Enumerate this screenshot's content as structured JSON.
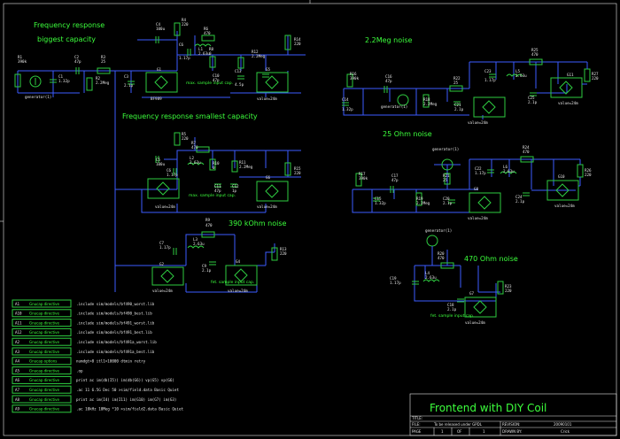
{
  "headings": {
    "freq_big_1": "Frequency response",
    "freq_big_2": "biggest capacity",
    "freq_small": "Frequency response smallest capacity",
    "noise_390k": "390 kOhm noise",
    "noise_22meg": "2.2Meg noise",
    "noise_25": "25 Ohm noise",
    "noise_470": "470 Ohm noise"
  },
  "directives": [
    {
      "tag": "A1",
      "type": "Gnucap directive",
      "text": ".include sim/models/bf490_worst.lib"
    },
    {
      "tag": "A10",
      "type": "Gnucap directive",
      "text": ".include sim/models/bf490_best.lib"
    },
    {
      "tag": "A11",
      "type": "Gnucap directive",
      "text": ".include sim/models/bf491_worst.lib"
    },
    {
      "tag": "A12",
      "type": "Gnucap directive",
      "text": ".include sim/models/bf491_best.lib"
    },
    {
      "tag": "A2",
      "type": "Gnucap directive",
      "text": ".include sim/models/bf491a_worst.lib"
    },
    {
      "tag": "A3",
      "type": "Gnucap directive",
      "text": ".include sim/models/bf491a_best.lib"
    },
    {
      "tag": "A4",
      "type": "Gnucap options",
      "text": "numdgt=8 itl1=10000 dtmin retry"
    },
    {
      "tag": "A5",
      "type": "Gnucap directive",
      "text": ".op"
    },
    {
      "tag": "A6",
      "type": "Gnucap directive",
      "text": "print ac im(db(I5)) im(db(G6)) vp(G5) vp(G6)"
    },
    {
      "tag": "A7",
      "type": "Gnucap directive",
      "text": ".ac 11 6.5G Dec 50 >sim/field.data Basic Quiet"
    },
    {
      "tag": "A8",
      "type": "Gnucap directive",
      "text": "print ac im(I4) im(I11) im(G10) im(G7) im(G3)"
    },
    {
      "tag": "A9",
      "type": "Gnucap directive",
      "text": ".ac 10kHz 10Meg *10 >sim/field2.data Basic Quiet"
    }
  ],
  "title_block": {
    "title": "Frontend with DIY Coil",
    "title_label": "TITLE:",
    "file_label": "FILE:",
    "file_value": "To be released under GPDL",
    "revision_label": "REVISION:",
    "revision_value": "20090101",
    "page_label": "PAGE",
    "page_value": "1",
    "of_label": "OF",
    "of_value": "1",
    "drawn_label": "DRAWN BY:",
    "drawn_value": "Crick"
  },
  "components": {
    "r1": "R1",
    "r1v": "390k",
    "c1": "C1",
    "c1v": "1.32p",
    "c2": "C2",
    "c2v": "47p",
    "r3": "R3",
    "r3v": "25",
    "r2": "R2",
    "r2v": "2.2Meg",
    "c3": "C3",
    "c3v": "2.1p",
    "g1": "G1",
    "g1v": "BF989",
    "gen": "generator(1)",
    "c4": "C4",
    "c4v": "100u",
    "r4": "R4",
    "r4v": "220",
    "r6": "R6",
    "r6v": "470",
    "l1": "L1",
    "l1v": "2.63u",
    "c6": "C6",
    "c6v": "1.17p",
    "r8": "R8",
    "r8v": "0",
    "c10": "C10",
    "c10v": "47p",
    "r12": "R12",
    "r12v": "2.2Meg",
    "c13": "C13",
    "c13v": "4.5p",
    "g5": "G5",
    "g5v": "value=24m",
    "r14": "R14",
    "r14v": "220",
    "r5": "R5",
    "r5v": "220",
    "r7": "R7",
    "r7v": "470",
    "c5": "C5",
    "c5v": "100u",
    "l2": "L2",
    "l2v": "2.63u",
    "r10": "R10",
    "r10v": "0",
    "r11": "R11",
    "r11v": "2.2Meg",
    "c11": "C11",
    "c11v": "47p",
    "c12": "C12",
    "c12v": "1p",
    "g6": "G6",
    "r15": "R15",
    "r15v": "220",
    "g2": "G2",
    "r9": "R9",
    "r9v": "470",
    "l3": "L3",
    "l3v": "2.63u",
    "c7": "C7",
    "c7v": "1.17p",
    "c9": "C9",
    "c9v": "2.1p",
    "g4": "G4",
    "r13": "R13",
    "r13v": "220",
    "c14": "C14",
    "c14v": "1.32p",
    "r16": "R16",
    "r16v": "390k",
    "c16": "C16",
    "c16v": "47p",
    "r18": "R18",
    "r18v": "2.2Meg",
    "r22": "R22",
    "r22v": "25",
    "c21": "C21",
    "c21v": "2.1p",
    "c23": "C23",
    "c23v": "1.17p",
    "l5": "L5",
    "l5v": "2.63u",
    "r25": "R25",
    "r25v": "470",
    "c25": "C25",
    "c25v": "2.1p",
    "g11": "G11",
    "r27": "R27",
    "r27v": "220",
    "r17": "R17",
    "r17v": "390k",
    "c15": "C15",
    "c15v": "1.32p",
    "c17": "C17",
    "c17v": "47p",
    "r19": "R19",
    "r19v": "2.2Meg",
    "r21": "R21",
    "r21v": "25",
    "c20": "C20",
    "c20v": "2.1p",
    "c22": "C22",
    "c22v": "1.17p",
    "l6": "L6",
    "l6v": "2.63u",
    "r24": "R24",
    "r24v": "470",
    "c24": "C24",
    "c24v": "2.1p",
    "g10": "G10",
    "r26": "R26",
    "r26v": "220",
    "r20": "R20",
    "r20v": "470",
    "c19": "C19",
    "c19v": "1.17p",
    "l4": "L4",
    "l4v": "2.63u",
    "c18": "C18",
    "c18v": "2.1p",
    "g7": "G7",
    "r23": "R23",
    "r23v": "220",
    "g8": "G8",
    "gm": "value=24m",
    "max_note": "max. sample input cap.",
    "fet_note": "fet. sample input cap."
  }
}
